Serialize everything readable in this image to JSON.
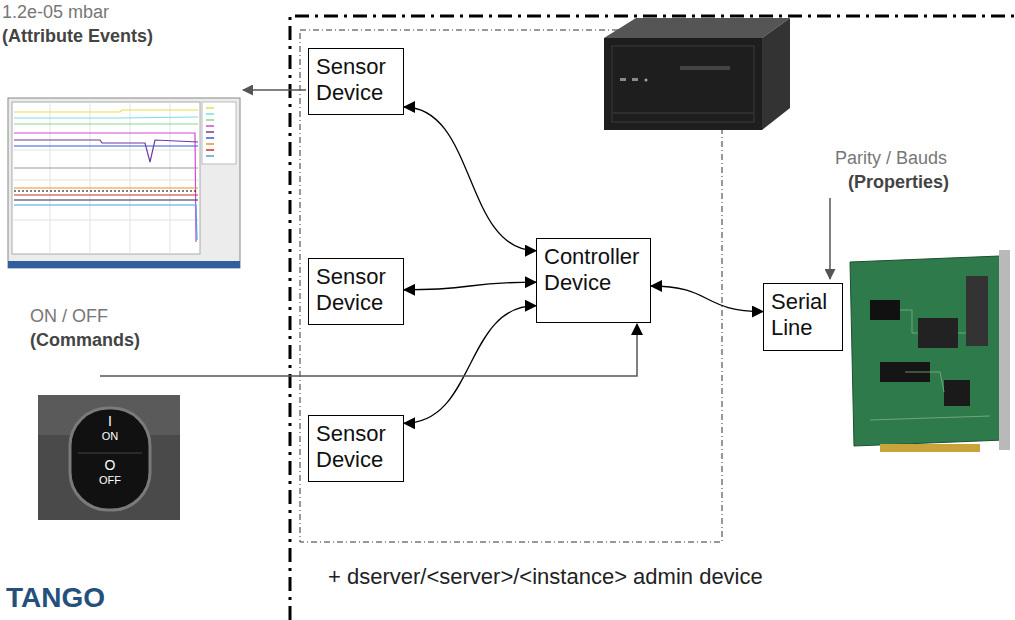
{
  "diagram": {
    "nodes": [
      {
        "text": [
          "Sensor Device"
        ]
      },
      {
        "text": [
          "Sensor Device"
        ]
      },
      {
        "text": [
          "Controller Device"
        ]
      },
      {
        "text": [
          "Sensor Device"
        ]
      },
      {
        "text": [
          "Serial Line"
        ]
      }
    ],
    "edges": [
      {
        "from": 0,
        "to": 2,
        "arrow": "both"
      },
      {
        "from": 1,
        "to": 2,
        "arrow": "both"
      },
      {
        "from": 3,
        "to": 2,
        "arrow": "both"
      },
      {
        "from": 2,
        "to": 4,
        "arrow": "both"
      }
    ],
    "labels": [
      "1.2e-05 mbar",
      "(Attribute Events)",
      "Parity / Bauds",
      "(Properties)",
      "ON / OFF",
      "(Commands)",
      "+ dserver/<server>/<instance> admin device",
      "I",
      "ON",
      "O",
      "OFF",
      "TANGO"
    ]
  }
}
